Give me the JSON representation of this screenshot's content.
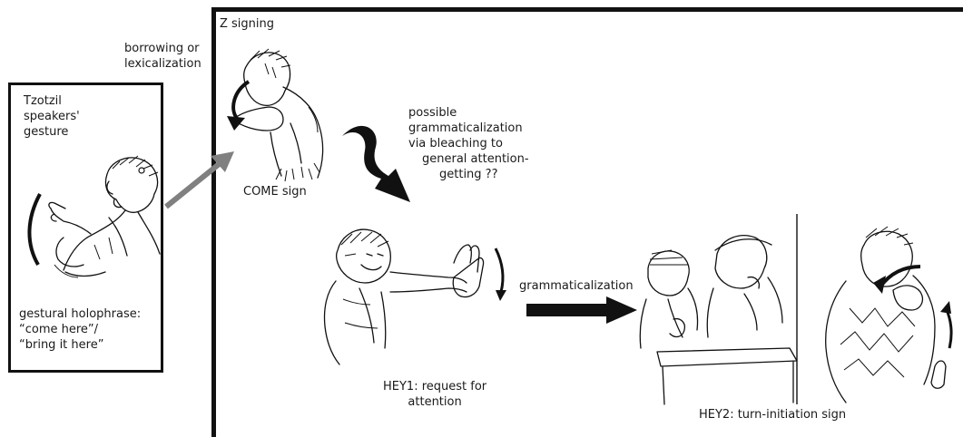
{
  "colors": {
    "ink": "#111111",
    "arrow_gray": "#808080",
    "background": "#ffffff"
  },
  "left_box": {
    "title": [
      "Tzotzil",
      "speakers'",
      "gesture"
    ],
    "caption": [
      "gestural holophrase:",
      "“come here”/",
      "“bring it here”"
    ]
  },
  "borrowing_label": [
    "borrowing or",
    "lexicalization"
  ],
  "main": {
    "z_signing": "Z signing",
    "come_sign": "COME sign",
    "bleaching_note": [
      "possible",
      "grammaticalization",
      "via bleaching to",
      "general attention-",
      "getting ??"
    ],
    "grammaticalization": "grammaticalization",
    "hey1_caption": [
      "HEY1: request for",
      "attention"
    ],
    "hey2_caption": "HEY2: turn-initiation sign"
  },
  "illustrations": [
    "tzotzil-gesture-figure",
    "come-sign-figure",
    "hey1-figure",
    "hey2-figures"
  ]
}
